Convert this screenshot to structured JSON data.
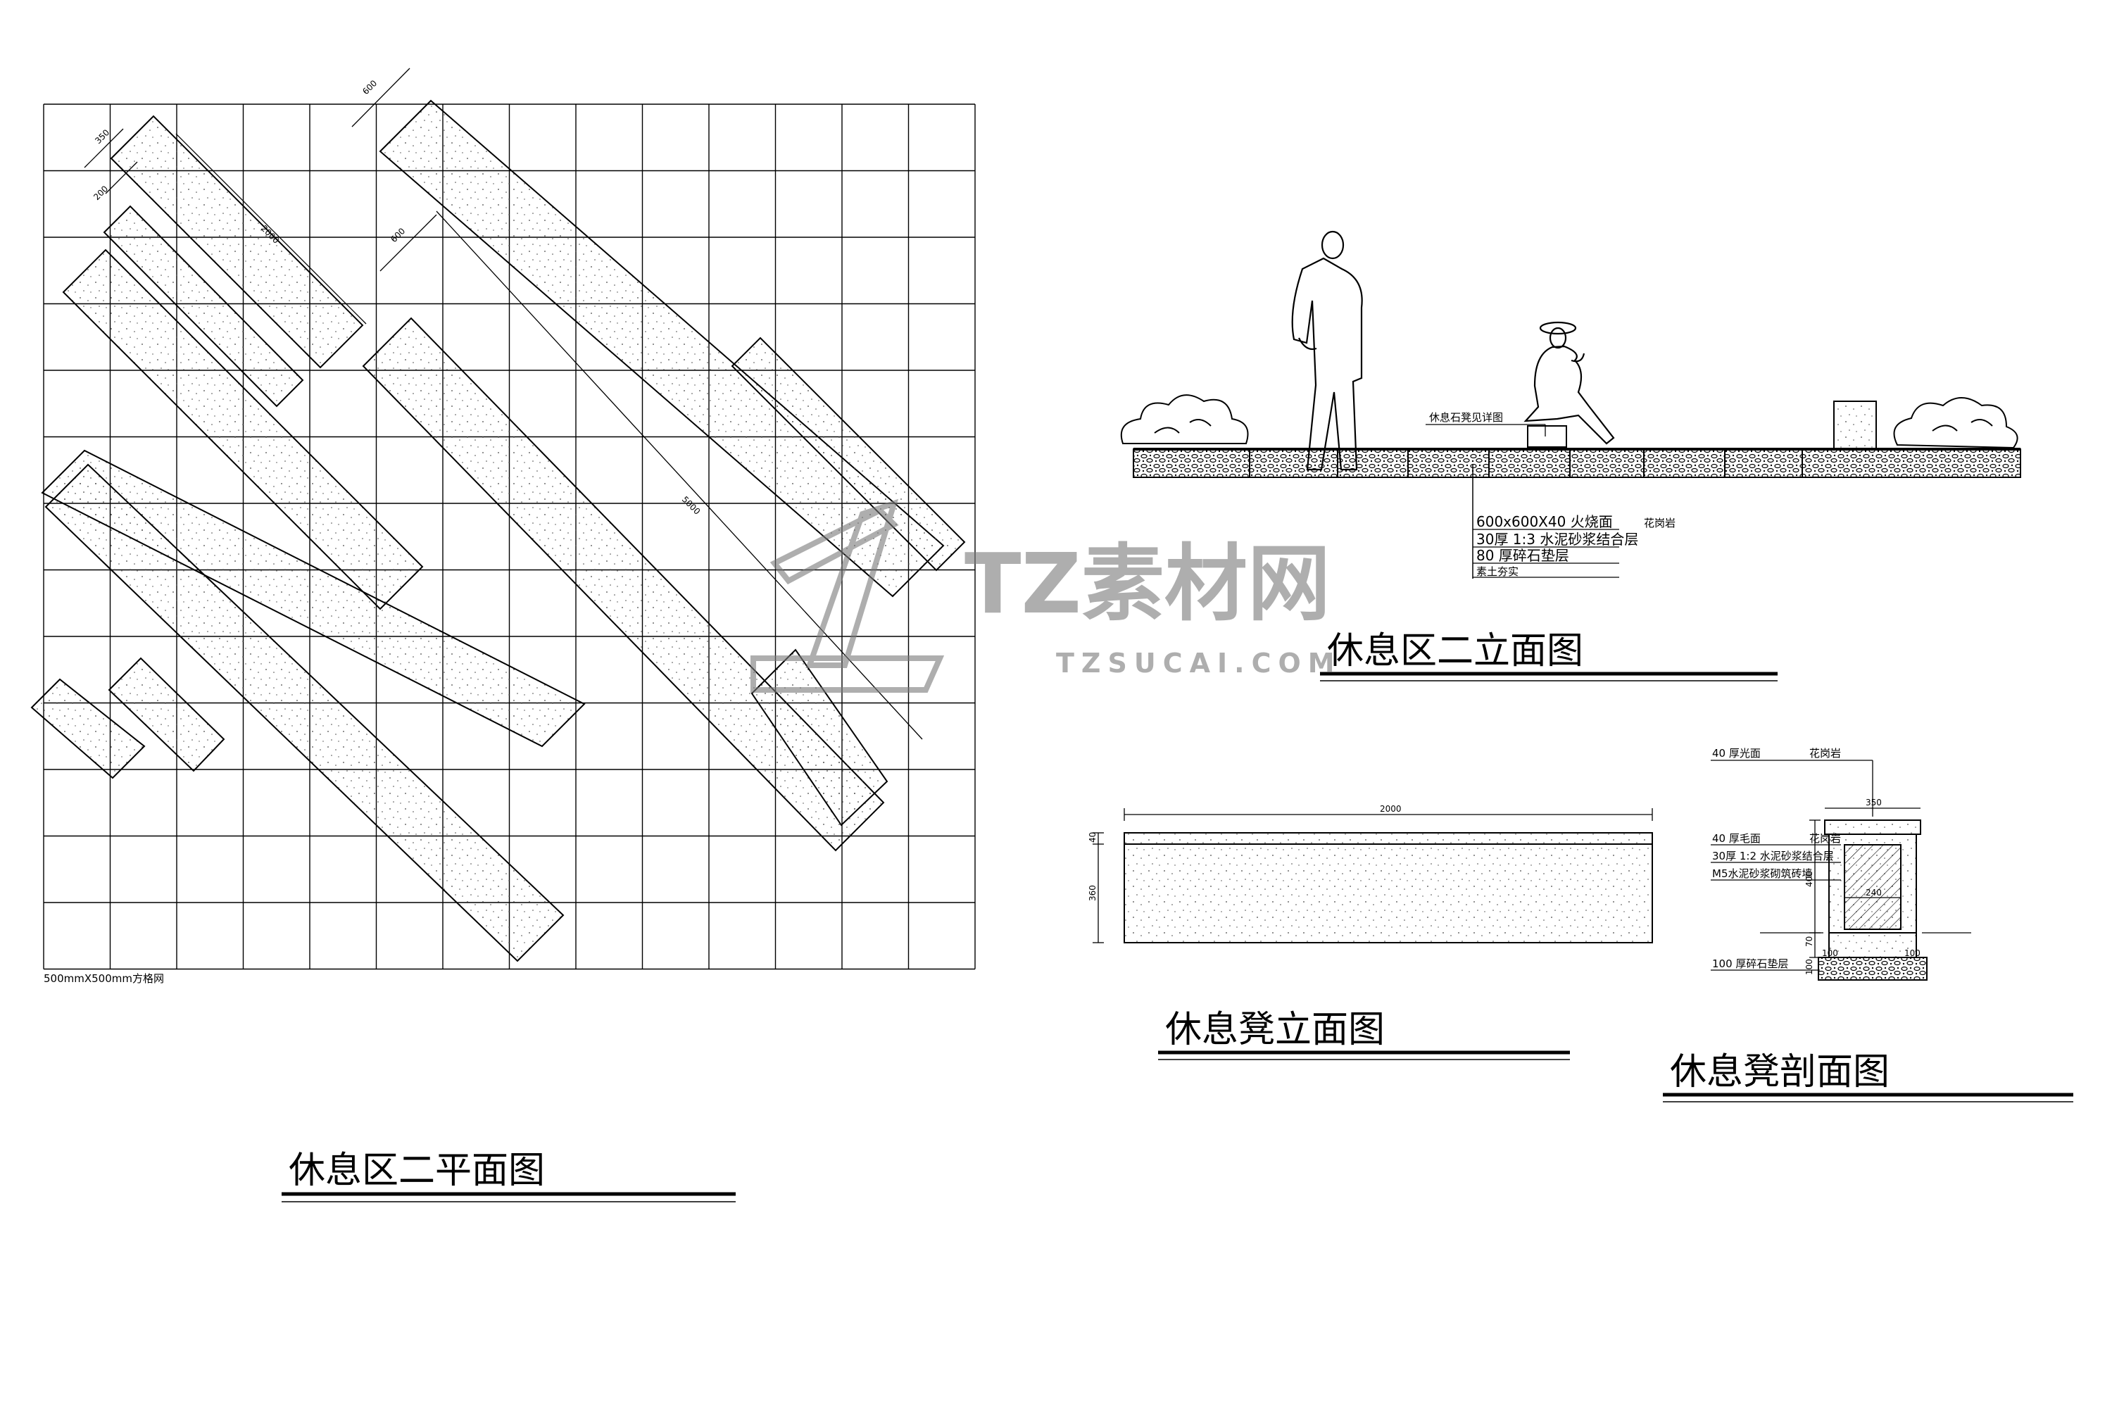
{
  "titles": {
    "plan": "休息区二平面图",
    "elevation": "休息区二立面图",
    "bench_elevation": "休息凳立面图",
    "bench_section": "休息凳剖面图"
  },
  "plan": {
    "grid_note": "500mmX500mm方格网",
    "dims": [
      "600",
      "350",
      "200",
      "2000",
      "600",
      "5000"
    ]
  },
  "elevation": {
    "top_label": "休息石凳见详图",
    "layers": [
      "600x600X40 火烧面",
      "30厚 1:3  水泥砂浆结合层",
      "80 厚碎石垫层",
      "素土夯实"
    ],
    "layer_note": "花岗岩"
  },
  "bench_elevation": {
    "dims": [
      "2000",
      "40",
      "360"
    ]
  },
  "bench_section": {
    "labels": [
      "40 厚光面",
      "40 厚毛面",
      "30厚 1:2  水泥砂浆结合层",
      "M5水泥砂浆砌筑砖墙",
      "100 厚碎石垫层"
    ],
    "notes": [
      "花岗岩",
      "花岗岩"
    ],
    "dims": [
      "350",
      "400",
      "240",
      "70",
      "100",
      "100",
      "100"
    ]
  },
  "watermark": {
    "logo_text": "TZ素材网",
    "url": "TZSUCAI.COM"
  }
}
